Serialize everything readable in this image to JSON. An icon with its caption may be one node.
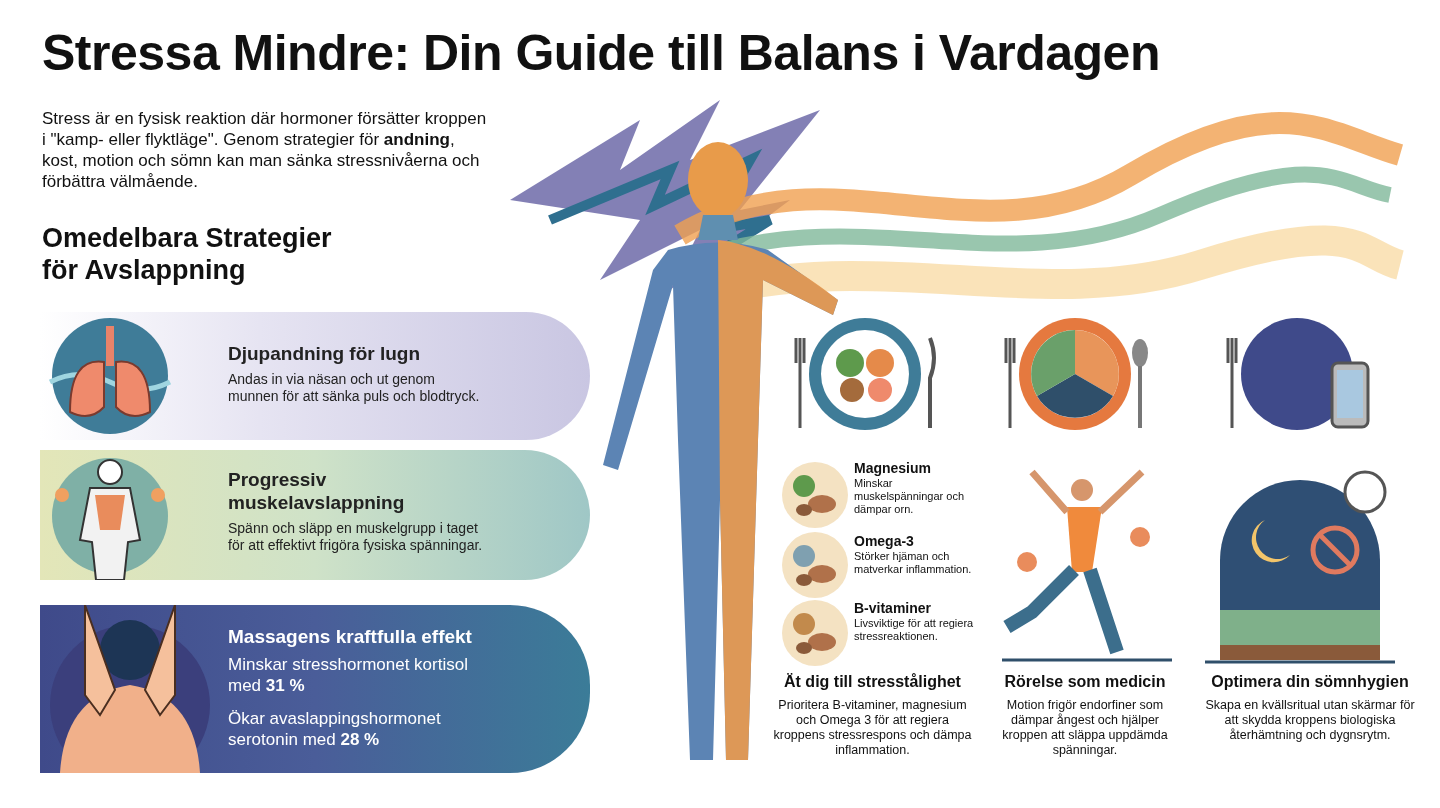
{
  "diagram": {
    "title": "Stressa Mindre: Din Guide till Balans i Vardagen",
    "nodes": [
      {
        "text": [
          "Djupandning för lugn",
          "Andas in via näsan och ut genom munnen för att sänka puls och blodtryck."
        ]
      },
      {
        "text": [
          "Progressiv muskelavslappning",
          "Spänn och släpp en muskelgrupp i taget för att effektivt frigöra fysiska spänningar."
        ]
      },
      {
        "text": [
          "Massagens kraftfulla effekt",
          "Minskar stresshormonet kortisol med **31 %**",
          "Ökar avaslappingshormonet serotonin med **28 %**"
        ]
      }
    ],
    "labels": [
      "Stress är en fysisk reaktion där hormoner försätter kroppen i \"kamp- eller flyktläge\". Genom strategier för **andning**, kost, motion och sömn kan man sänka stressnivåerna och förbättra välmående.",
      "Omedelbara Strategier för Avslappning",
      "Magnesium",
      "Minskar muskelspänningar och dämpar orn.",
      "Omega-3",
      "Störker hjäman och matverkar inflammation.",
      "B-vitaminer",
      "Livsviktige för att regiera stressreaktionen.",
      "Ät dig till stresstålighet",
      "Prioritera B-vitaminer, magnesium och Omega 3 för att regiera kroppens stressrespons och dämpa inflammation.",
      "Rörelse som medicin",
      "Motion frigör endorfiner som dämpar ångest och hjälper kroppen att släppa uppdämda spänningar.",
      "Optimera din sömnhygien",
      "Skapa en kvällsritual utan skärmar för att skydda kroppens biologiska återhämtning och dygnsrytm."
    ]
  }
}
